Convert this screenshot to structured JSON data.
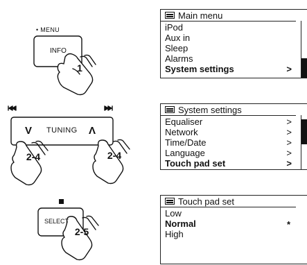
{
  "illustration": {
    "menu_caption": "• MENU",
    "info_label": "INFO",
    "step1": "1",
    "prev_icon": "skip-back-icon",
    "next_icon": "skip-forward-icon",
    "tuning_label": "TUNING",
    "down_chevron": "V",
    "up_chevron": "Λ",
    "step_left": "2-4",
    "step_right": "2-4",
    "stop_icon": "stop-square-icon",
    "select_label": "SELECT",
    "step_select": "2-5"
  },
  "panels": [
    {
      "title": "Main menu",
      "items": [
        {
          "label": "iPod"
        },
        {
          "label": "Aux in"
        },
        {
          "label": "Sleep"
        },
        {
          "label": "Alarms"
        },
        {
          "label": "System settings",
          "arrow": ">"
        }
      ]
    },
    {
      "title": "System settings",
      "items": [
        {
          "label": "Equaliser",
          "arrow": ">"
        },
        {
          "label": "Network",
          "arrow": ">"
        },
        {
          "label": "Time/Date",
          "arrow": ">"
        },
        {
          "label": "Language",
          "arrow": ">"
        },
        {
          "label": "Touch pad set",
          "arrow": ">"
        }
      ]
    },
    {
      "title": "Touch pad set",
      "items": [
        {
          "label": "Low"
        },
        {
          "label": "Normal",
          "mark": "*"
        },
        {
          "label": "High"
        }
      ]
    }
  ]
}
